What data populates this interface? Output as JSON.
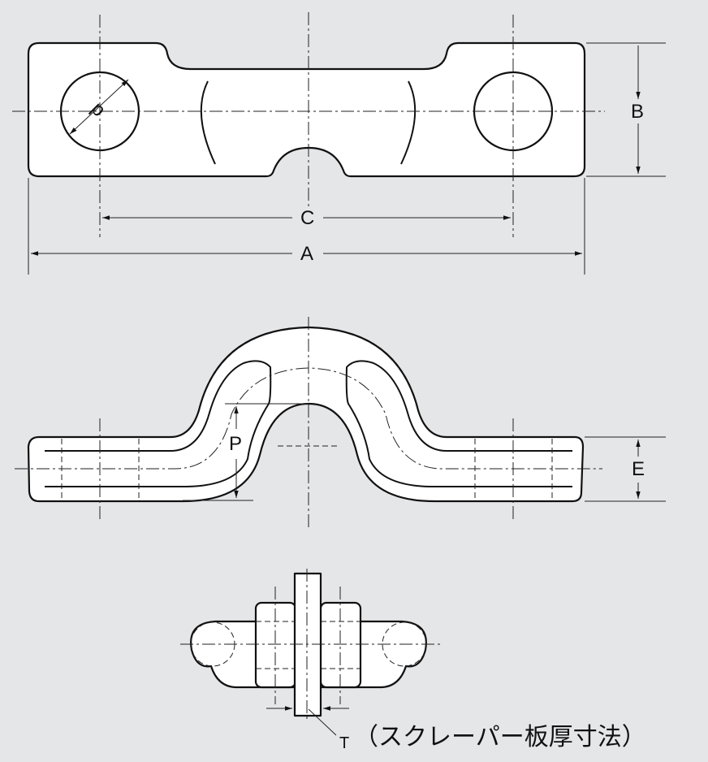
{
  "labels": {
    "A": "A",
    "B": "B",
    "C": "C",
    "d": "d",
    "P": "P",
    "E": "E",
    "T": "T",
    "T_note": "（スクレーパー板厚寸法）"
  }
}
